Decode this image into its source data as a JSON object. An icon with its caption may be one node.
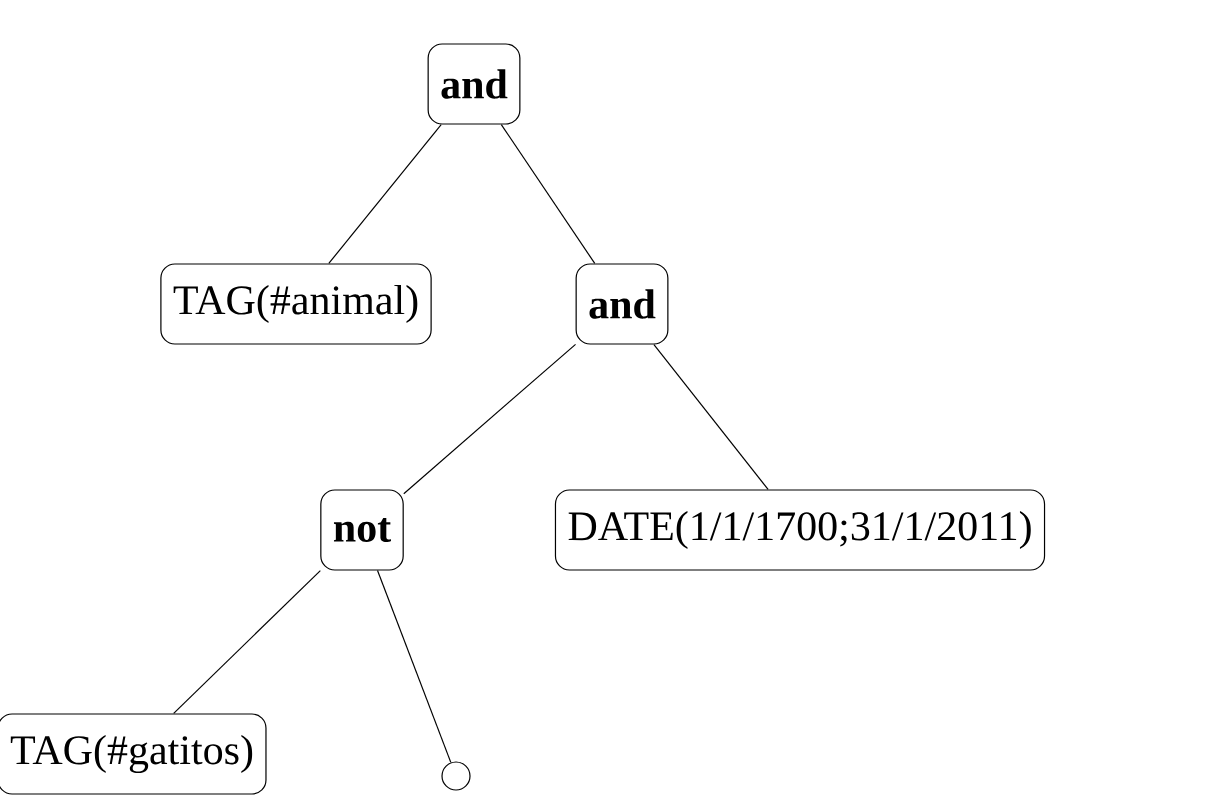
{
  "diagram": {
    "nodes": [
      {
        "text": [
          "and"
        ]
      },
      {
        "text": [
          "TAG(#animal)"
        ]
      },
      {
        "text": [
          "and"
        ]
      },
      {
        "text": [
          "not"
        ]
      },
      {
        "text": [
          "DATE(1/1/1700;31/1/2011)"
        ]
      },
      {
        "text": [
          "TAG(#gatitos)"
        ]
      },
      {
        "text": [],
        "shape": "circle"
      }
    ],
    "edges": [
      {
        "from": 0,
        "to": 1,
        "arrow": "none"
      },
      {
        "from": 0,
        "to": 2,
        "arrow": "none"
      },
      {
        "from": 2,
        "to": 3,
        "arrow": "none"
      },
      {
        "from": 2,
        "to": 4,
        "arrow": "none"
      },
      {
        "from": 3,
        "to": 5,
        "arrow": "none"
      },
      {
        "from": 3,
        "to": 6,
        "arrow": "none"
      }
    ]
  }
}
